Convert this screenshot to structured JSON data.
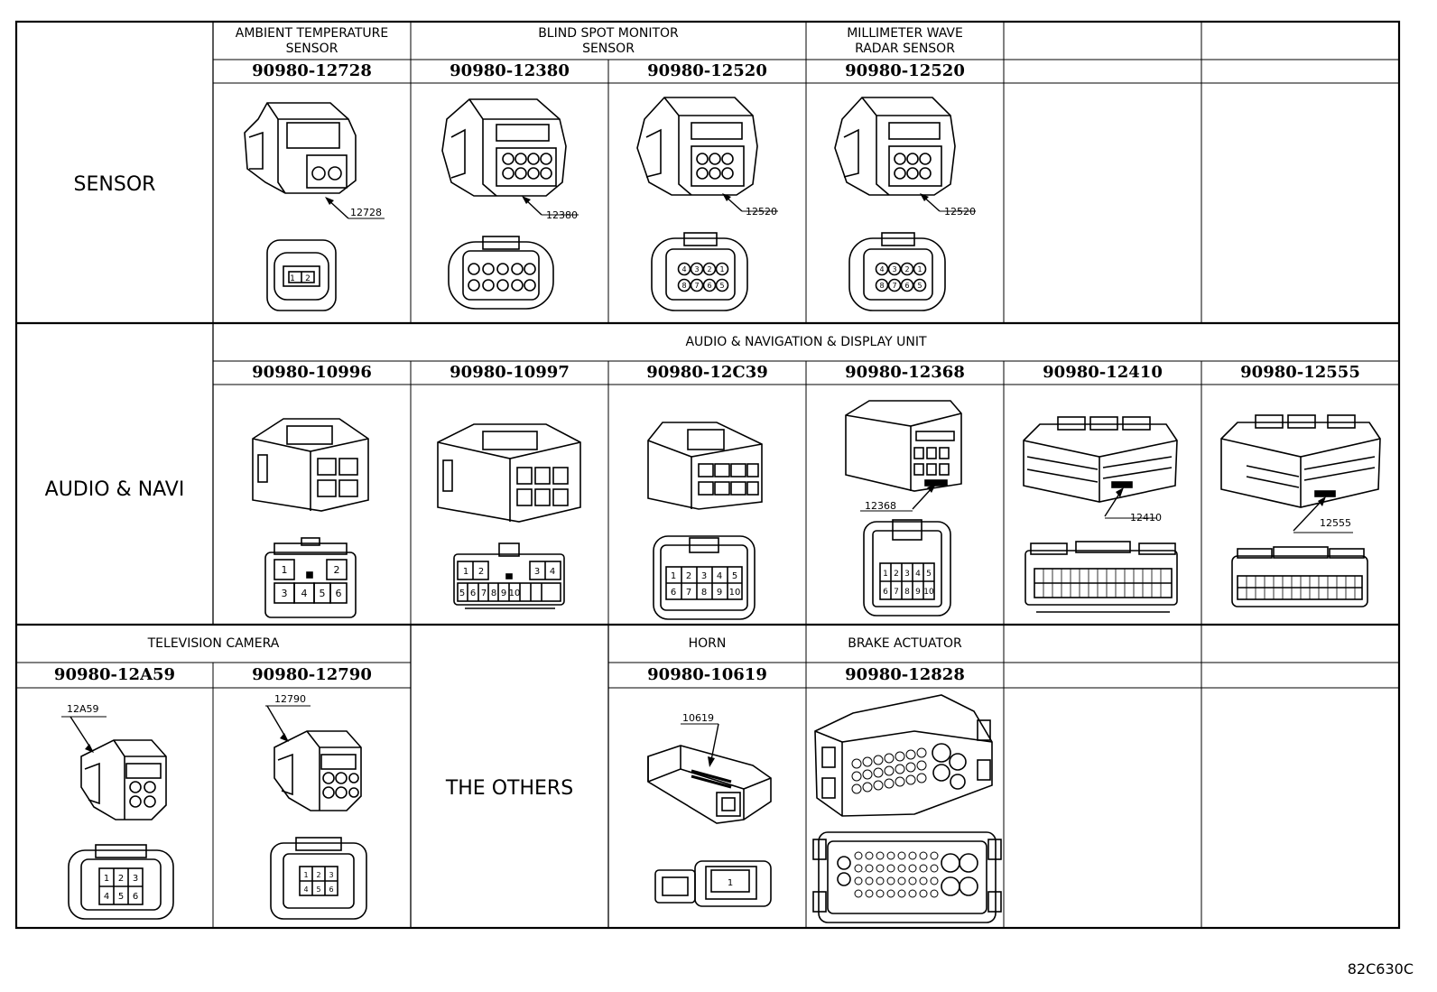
{
  "rows": {
    "sensor": {
      "category": "SENSOR",
      "headers": {
        "ambient": "AMBIENT TEMPERATURE\nSENSOR",
        "blind_spot": "BLIND SPOT MONITOR\nSENSOR",
        "mmwave": "MILLIMETER WAVE\nRADAR SENSOR"
      },
      "parts": [
        "90980-12728",
        "90980-12380",
        "90980-12520",
        "90980-12520"
      ],
      "tags": [
        "12728",
        "12380",
        "12520",
        "12520"
      ]
    },
    "audio": {
      "category": "AUDIO & NAVI",
      "header": "AUDIO & NAVIGATION & DISPLAY UNIT",
      "parts": [
        "90980-10996",
        "90980-10997",
        "90980-12C39",
        "90980-12368",
        "90980-12410",
        "90980-12555"
      ],
      "tags": [
        "12368",
        "12410",
        "12555"
      ]
    },
    "others": {
      "category": "THE OTHERS",
      "headers": {
        "tv_camera": "TELEVISION CAMERA",
        "horn": "HORN",
        "brake": "BRAKE ACTUATOR"
      },
      "parts": [
        "90980-12A59",
        "90980-12790",
        "90980-10619",
        "90980-12828"
      ],
      "tags": [
        "12A59",
        "12790",
        "10619"
      ]
    }
  },
  "pins": {
    "p12728": [
      "1",
      "2"
    ],
    "p12520": [
      "4",
      "3",
      "2",
      "1",
      "8",
      "7",
      "6",
      "5"
    ],
    "p10996": [
      "1",
      "2",
      "3",
      "4",
      "5",
      "6"
    ],
    "p10997": [
      "1",
      "2",
      "3",
      "4",
      "5",
      "6",
      "7",
      "8",
      "9",
      "10"
    ],
    "p12c39": [
      "1",
      "2",
      "3",
      "4",
      "5",
      "6",
      "7",
      "8",
      "9",
      "10"
    ],
    "p12368": [
      "1",
      "2",
      "3",
      "4",
      "5",
      "6",
      "7",
      "8",
      "9",
      "10"
    ],
    "p12a59": [
      "1",
      "2",
      "3",
      "4",
      "5",
      "6"
    ],
    "p10619": [
      "1"
    ]
  },
  "diagram_code": "82C630C"
}
